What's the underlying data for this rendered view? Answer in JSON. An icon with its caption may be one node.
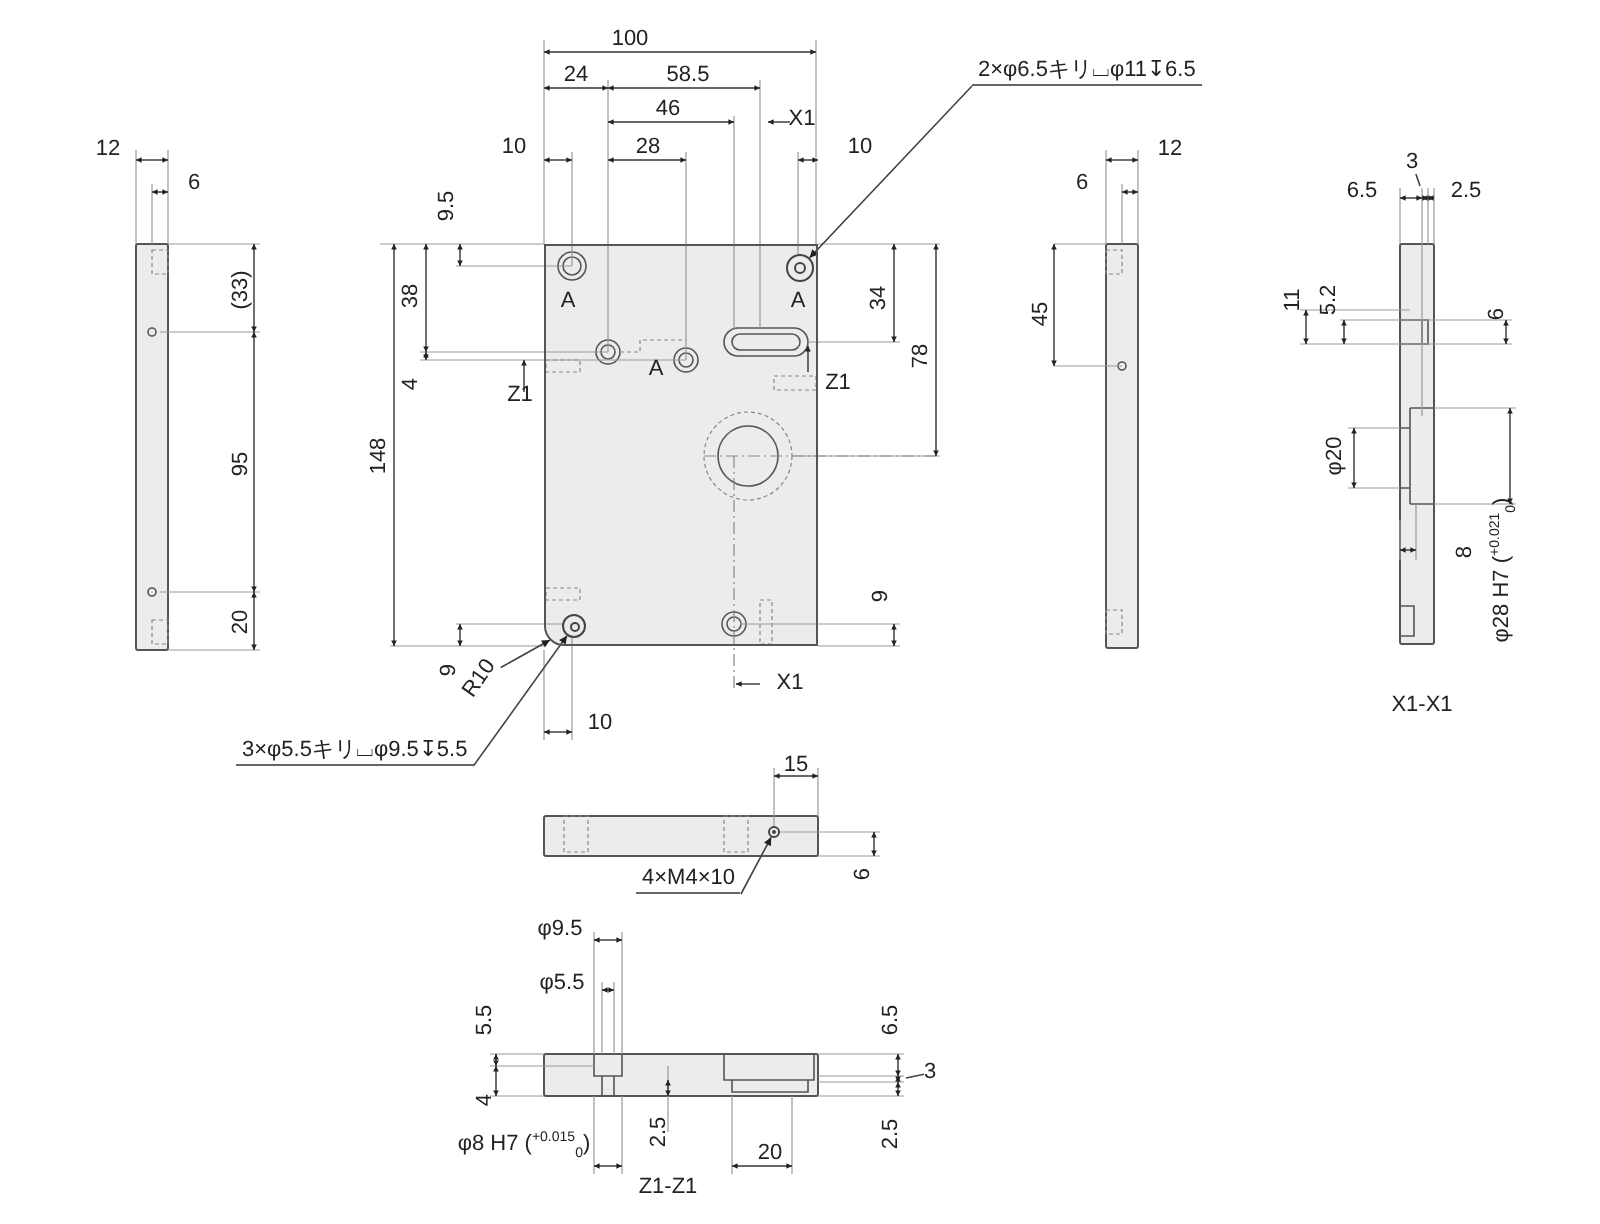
{
  "diagram": {
    "nodes": [
      {
        "text": [
          "2×φ6.5キリ⌴φ11↧6.5"
        ]
      },
      {
        "text": [],
        "shape": "box"
      },
      {
        "text": [],
        "shape": "circle",
        "in": 1
      },
      {
        "text": [
          "3"
        ]
      },
      {
        "text": [],
        "shape": "circle",
        "in": 1
      },
      {
        "text": [
          "R10"
        ]
      },
      {
        "text": [
          "3×φ5.5キリ⌴φ9.5↧5.5"
        ]
      },
      {
        "text": [],
        "shape": "circle"
      },
      {
        "text": [
          "4×M4×10"
        ]
      },
      {
        "text": [
          "3"
        ]
      }
    ],
    "edges": [
      {
        "from": 0,
        "to": 2,
        "arrow": "to"
      },
      {
        "from": 3,
        "to": null,
        "arrow": "none"
      },
      {
        "from": 5,
        "to": 1,
        "arrow": "to"
      },
      {
        "from": 6,
        "to": 4,
        "arrow": "to"
      },
      {
        "from": 8,
        "to": 7,
        "arrow": "to"
      },
      {
        "from": 9,
        "to": null,
        "arrow": "none"
      }
    ],
    "labels": [
      "100",
      "24",
      "58.5",
      "46",
      "X1",
      "12",
      "10",
      "28",
      "10",
      "12",
      "6",
      "6",
      "6.5",
      "2.5",
      "9.5",
      "A",
      "A",
      "(33)",
      "38",
      "34",
      "11",
      "5.2",
      "6",
      "45",
      "78",
      "A",
      "4",
      "Z1",
      "Z1",
      "148",
      "φ20",
      "95",
      "8",
      "φ28 H7 ($^{+0.021}$$_{0}$)",
      "9",
      "20",
      "9",
      "X1",
      "X1-X1",
      "10",
      "15",
      "6",
      "φ9.5",
      "φ5.5",
      "5.5",
      "6.5",
      "4",
      "φ8 H7 ($^{+0.015}$$_{0}$)",
      "2.5",
      "20",
      "2.5",
      "Z1-Z1"
    ]
  }
}
